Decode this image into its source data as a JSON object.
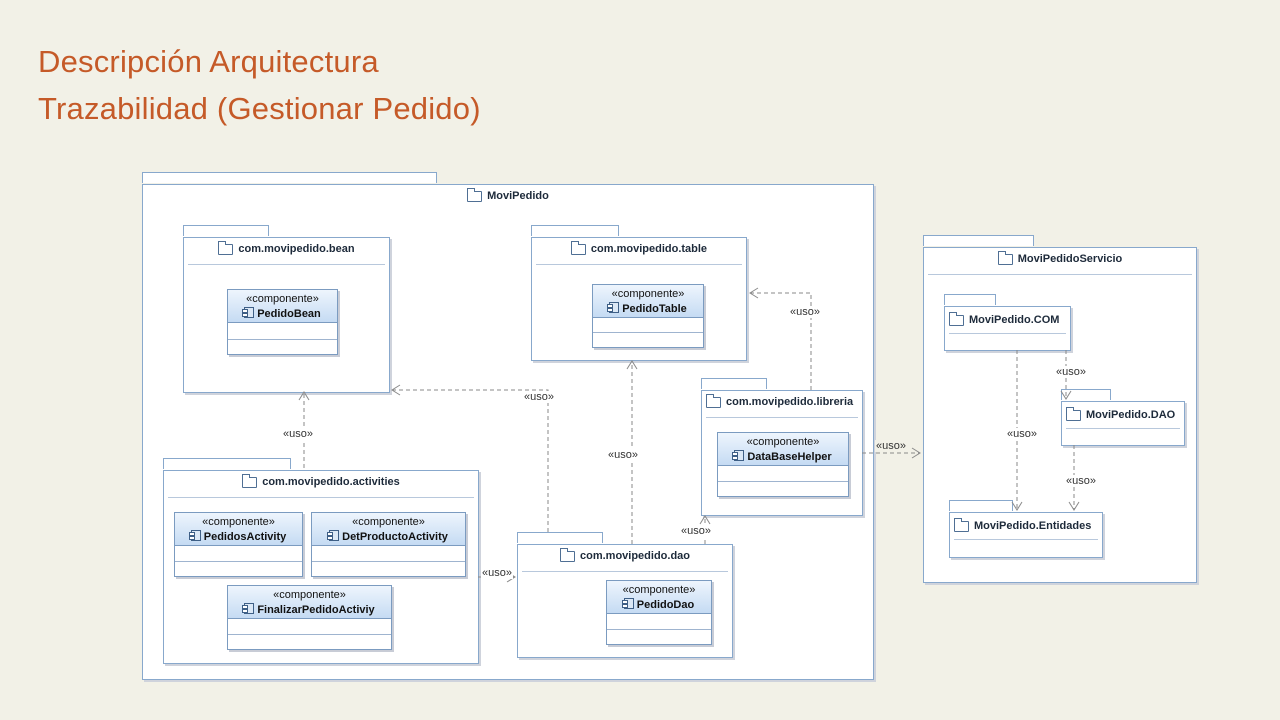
{
  "slide": {
    "title_line1": "Descripción Arquitectura",
    "title_line2": "Trazabilidad (Gestionar Pedido)"
  },
  "stereotype": "«componente»",
  "dependency_label": "«uso»",
  "packages": {
    "movipedido": "MoviPedido",
    "bean": "com.movipedido.bean",
    "table": "com.movipedido.table",
    "activities": "com.movipedido.activities",
    "dao": "com.movipedido.dao",
    "libreria": "com.movipedido.libreria",
    "servicio": "MoviPedidoServicio",
    "com": "MoviPedido.COM",
    "sdao": "MoviPedido.DAO",
    "entidades": "MoviPedido.Entidades"
  },
  "components": {
    "pedido_bean": "PedidoBean",
    "pedido_table": "PedidoTable",
    "pedidos_activity": "PedidosActivity",
    "det_producto_activity": "DetProductoActivity",
    "finalizar_pedido": "FinalizarPedidoActiviy",
    "pedido_dao": "PedidoDao",
    "database_helper": "DataBaseHelper"
  },
  "colors": {
    "title": "#c55a28",
    "background": "#f2f1e7",
    "package_border": "#88a8cc",
    "component_fill": "#c5dbf3"
  }
}
